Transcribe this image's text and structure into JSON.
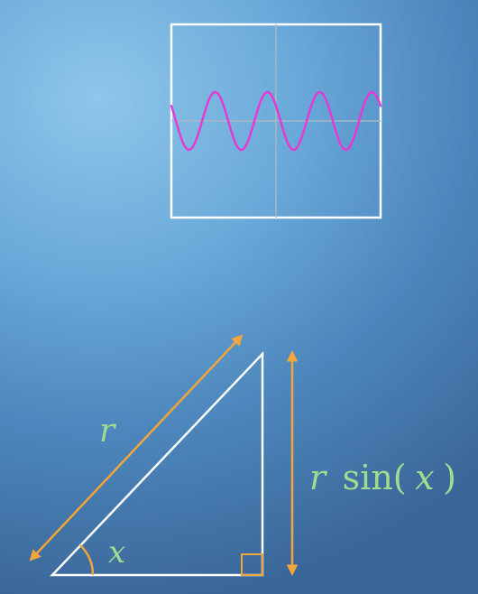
{
  "colors": {
    "frame": "#ffffff",
    "wave": "#e33bd4",
    "axis": "#a9b6c2",
    "arrow": "#f2a53a",
    "label": "#9fdc8f",
    "triangle": "#ffffff"
  },
  "labels": {
    "hypotenuse": "r",
    "angle": "x",
    "opposite_r": "r",
    "opposite_sin": "sin(",
    "opposite_x": "x",
    "opposite_close": ")"
  },
  "wave": {
    "cycles": 4,
    "phase_start": "descending"
  }
}
